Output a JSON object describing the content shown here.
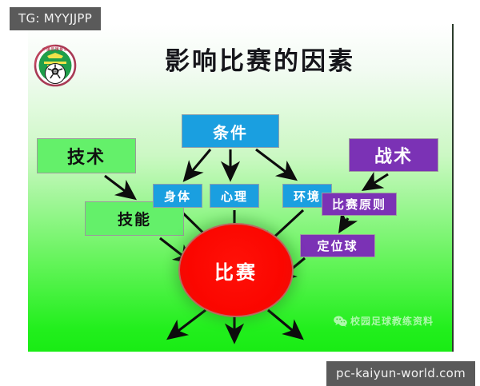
{
  "overlays": {
    "telegram_tag": "TG: MYYJJPP",
    "url_tag": "pc-kaiyun-world.com"
  },
  "slide": {
    "title": "影响比赛的因素",
    "logo_name": "chinese-football-association-logo",
    "background": {
      "top_color": "#ffffff",
      "bottom_color": "#19ec14"
    },
    "watermark": {
      "icon": "wechat-icon",
      "label": "校园足球教练资料"
    },
    "nodes": {
      "jishu": {
        "label": "技术",
        "color": "#64f06a"
      },
      "jineng": {
        "label": "技能",
        "color": "#64f06a"
      },
      "tiaojian": {
        "label": "条件",
        "color": "#1a9fe0"
      },
      "shenti": {
        "label": "身体",
        "color": "#1a9fe0"
      },
      "xinli": {
        "label": "心理",
        "color": "#1a9fe0"
      },
      "huanjing": {
        "label": "环境",
        "color": "#1a9fe0"
      },
      "zhanshu": {
        "label": "战术",
        "color": "#7b32b5"
      },
      "yuanze": {
        "label": "比赛原则",
        "color": "#7b32b5"
      },
      "dingweiqiu": {
        "label": "定位球",
        "color": "#7b32b5"
      },
      "bisai": {
        "label": "比赛",
        "color": "#fb0600"
      }
    }
  }
}
